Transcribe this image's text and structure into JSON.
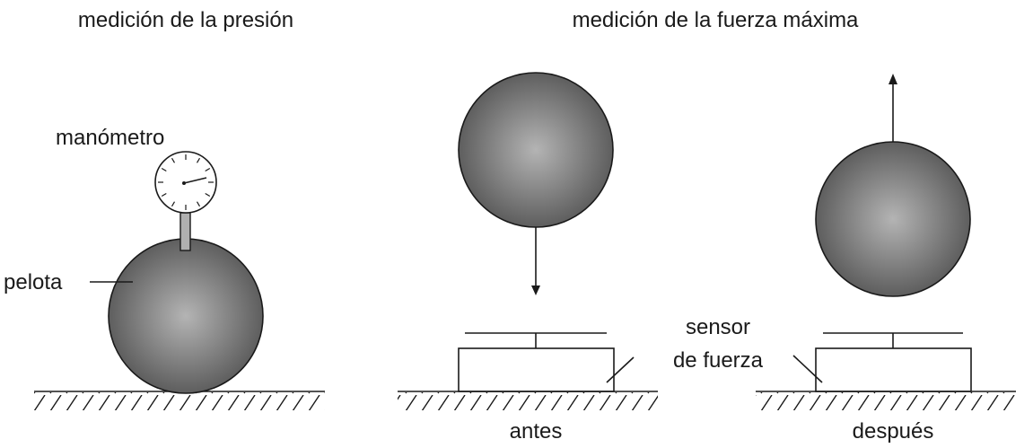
{
  "titles": {
    "pressure": "medición de la presión",
    "max_force": "medición de la fuerza máxima"
  },
  "labels": {
    "gauge": "manómetro",
    "ball": "pelota",
    "sensor_line1": "sensor",
    "sensor_line2": "de fuerza",
    "before": "antes",
    "after": "después"
  },
  "colors": {
    "ball_light": "#b4b4b4",
    "ball_dark": "#5e5e5e",
    "line": "#1a1a1a"
  }
}
